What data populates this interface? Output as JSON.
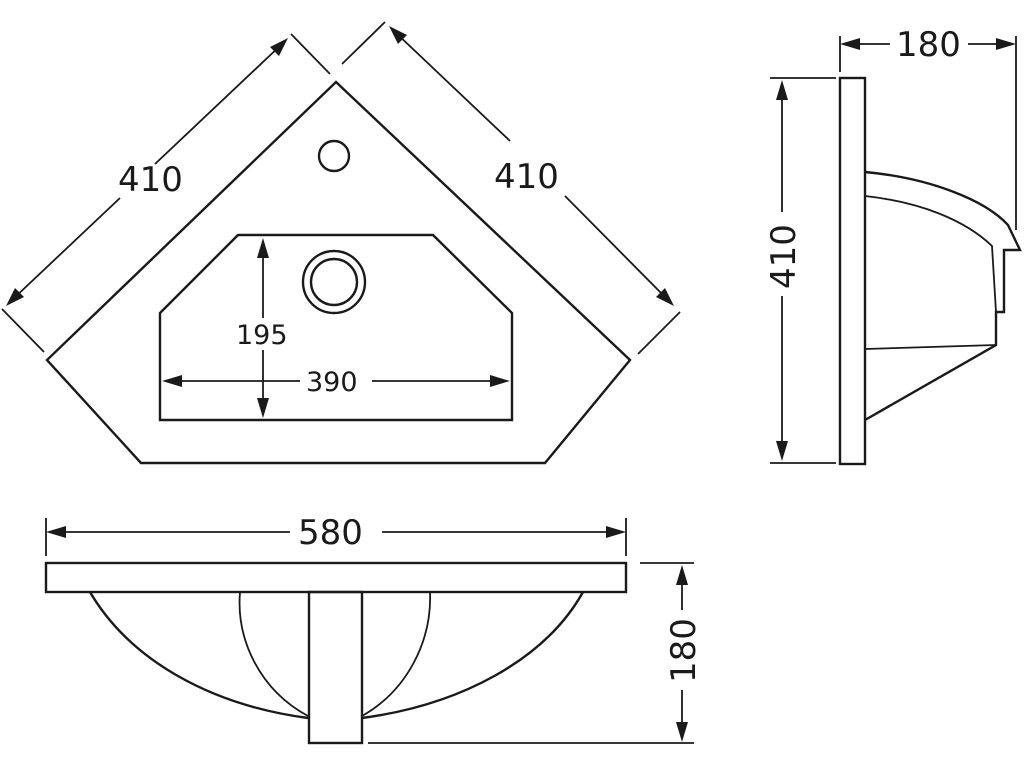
{
  "dimensions": {
    "top_left_side": "410",
    "top_right_side": "410",
    "bowl_depth": "195",
    "bowl_width": "390",
    "side_height": "410",
    "side_depth": "180",
    "front_width": "580",
    "front_height": "180"
  },
  "colors": {
    "line": "#1a1a1a",
    "background": "#ffffff"
  }
}
